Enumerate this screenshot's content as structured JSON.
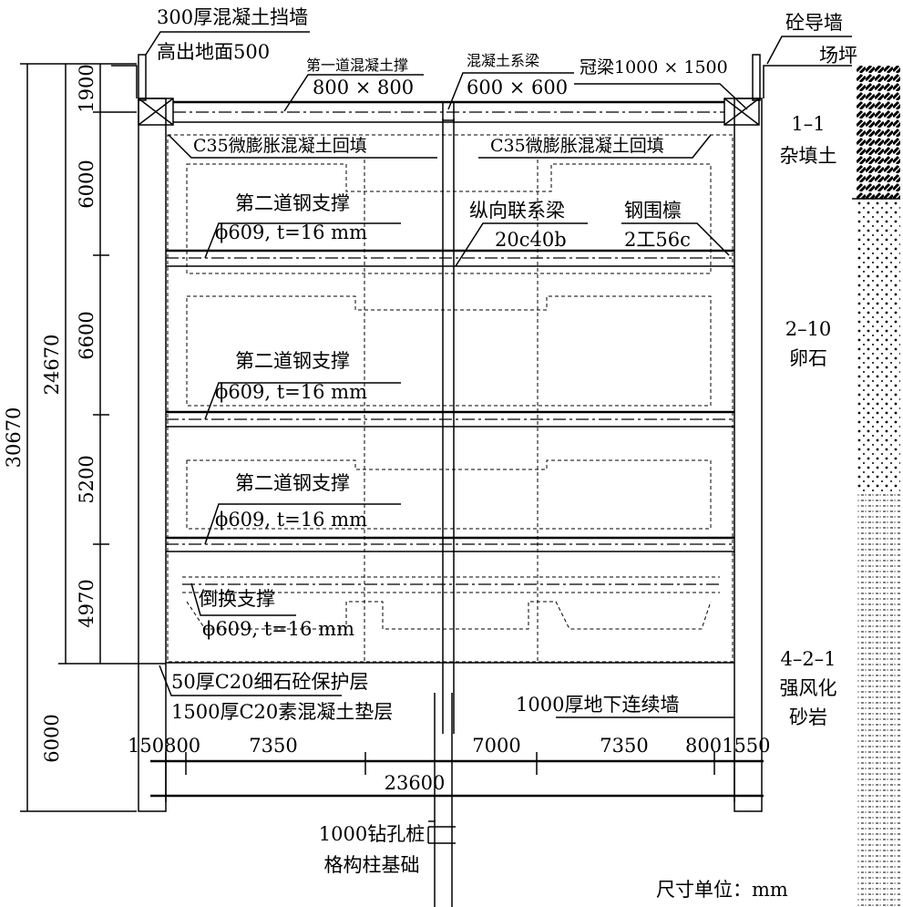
{
  "labels": {
    "retaining_wall_1": "300厚混凝土挡墙",
    "retaining_wall_2": "高出地面500",
    "strut1_name": "第一道混凝土撑",
    "strut1_size": "800 × 800",
    "tie_beam_name": "混凝土系梁",
    "tie_beam_size": "600 × 600",
    "crown_beam": "冠梁1000 × 1500",
    "guide_wall": "砼导墙",
    "site_pad": "场坪",
    "backfill_left": "C35微膨胀混凝土回填",
    "backfill_right": "C35微膨胀混凝土回填",
    "strut2_name": "第二道钢支撑",
    "strut2_size": "ϕ609, t=16 mm",
    "long_tie_name": "纵向联系梁",
    "long_tie_size": "20c40b",
    "waler_name": "钢围檩",
    "waler_size": "2工56c",
    "strut3_name": "第二道钢支撑",
    "strut3_size": "ϕ609, t=16 mm",
    "strut4_name": "第二道钢支撑",
    "strut4_size": "ϕ609, t=16 mm",
    "inverted_name": "倒换支撑",
    "inverted_size": "ϕ609, t=16 mm",
    "protect_layer": "50厚C20细石砼保护层",
    "cushion_layer": "1500厚C20素混凝土垫层",
    "diaphragm_wall": "1000厚地下连续墙",
    "pile_1": "1000钻孔桩",
    "pile_2": "格构柱基础",
    "unit": "尺寸单位：mm"
  },
  "soil": [
    {
      "code": "1–1",
      "name": "杂填土"
    },
    {
      "code": "2–10",
      "name": "卵石"
    },
    {
      "code": "4–2–1",
      "name": "强风化",
      "name2": "砂岩"
    }
  ],
  "dims_vertical": {
    "total": "30670",
    "excavation": "24670",
    "segments": [
      "1900",
      "6000",
      "6600",
      "5200",
      "4970"
    ],
    "embed": "6000"
  },
  "dims_horizontal": {
    "segments": [
      "150800",
      "7350",
      "7000",
      "7350",
      "8001550"
    ],
    "total": "23600"
  }
}
